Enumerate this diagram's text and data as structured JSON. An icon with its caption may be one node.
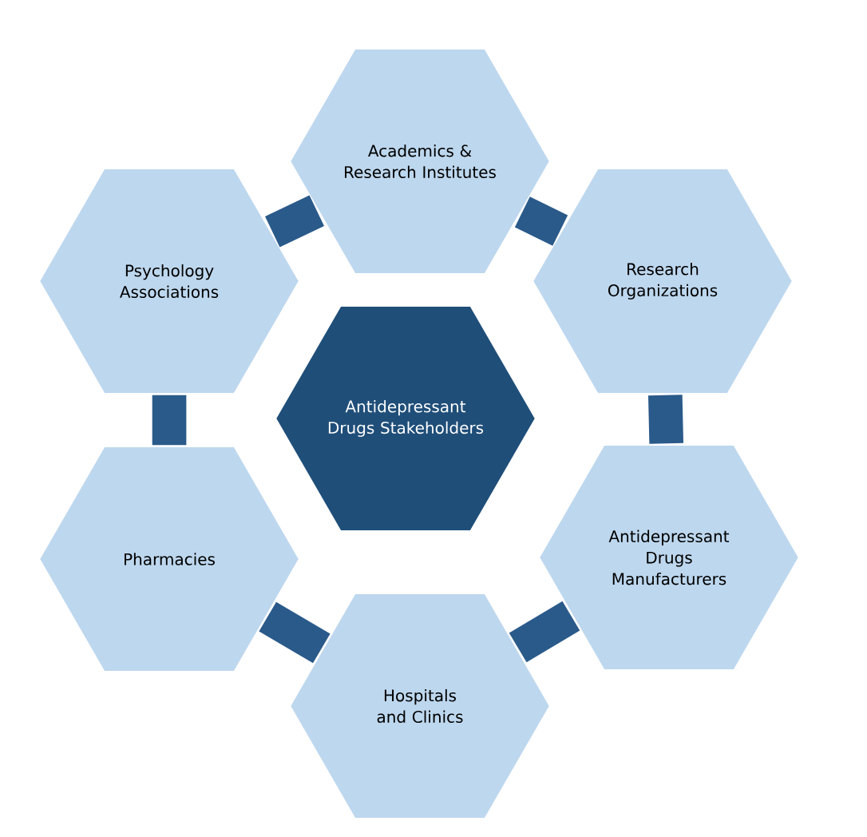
{
  "diagram": {
    "nodes": [
      {
        "text": [
          "Antidepressant Drugs Stakeholders"
        ]
      },
      {
        "text": [
          "Academics & Research Institutes"
        ]
      },
      {
        "text": [
          "Research Organizations"
        ]
      },
      {
        "text": [
          "Antidepressant Drugs Manufacturers"
        ]
      },
      {
        "text": [
          "Hospitals and Clinics"
        ]
      },
      {
        "text": [
          "Pharmacies"
        ]
      },
      {
        "text": [
          "Psychology Associations"
        ]
      }
    ],
    "edges": [
      {
        "from": 6,
        "to": 1,
        "arrow": "none"
      },
      {
        "from": 1,
        "to": 2,
        "arrow": "none"
      },
      {
        "from": 2,
        "to": 3,
        "arrow": "none"
      },
      {
        "from": 3,
        "to": 4,
        "arrow": "none"
      },
      {
        "from": 4,
        "to": 5,
        "arrow": "none"
      },
      {
        "from": 5,
        "to": 6,
        "arrow": "none"
      }
    ]
  }
}
